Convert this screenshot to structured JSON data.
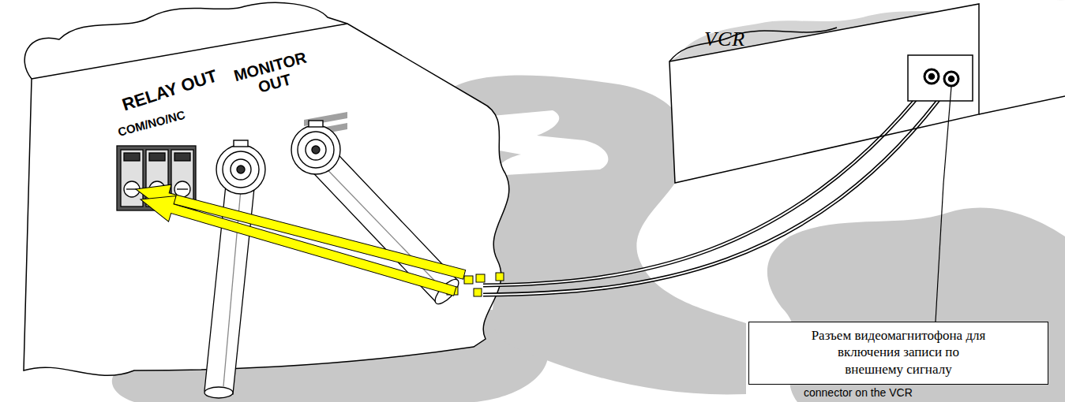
{
  "diagram": {
    "nodes": [
      {
        "text": [
          "VCR"
        ]
      },
      {
        "text": [
          "Разъем видеомагнитофона для включения записи по внешнему сигналу"
        ]
      }
    ],
    "edges": [
      {
        "from": 1,
        "to": 0,
        "arrow": "none"
      }
    ],
    "labels": [
      "RELAY OUT",
      "MONITOR OUT",
      "COM/NO/NC",
      "connector on the VCR"
    ]
  }
}
